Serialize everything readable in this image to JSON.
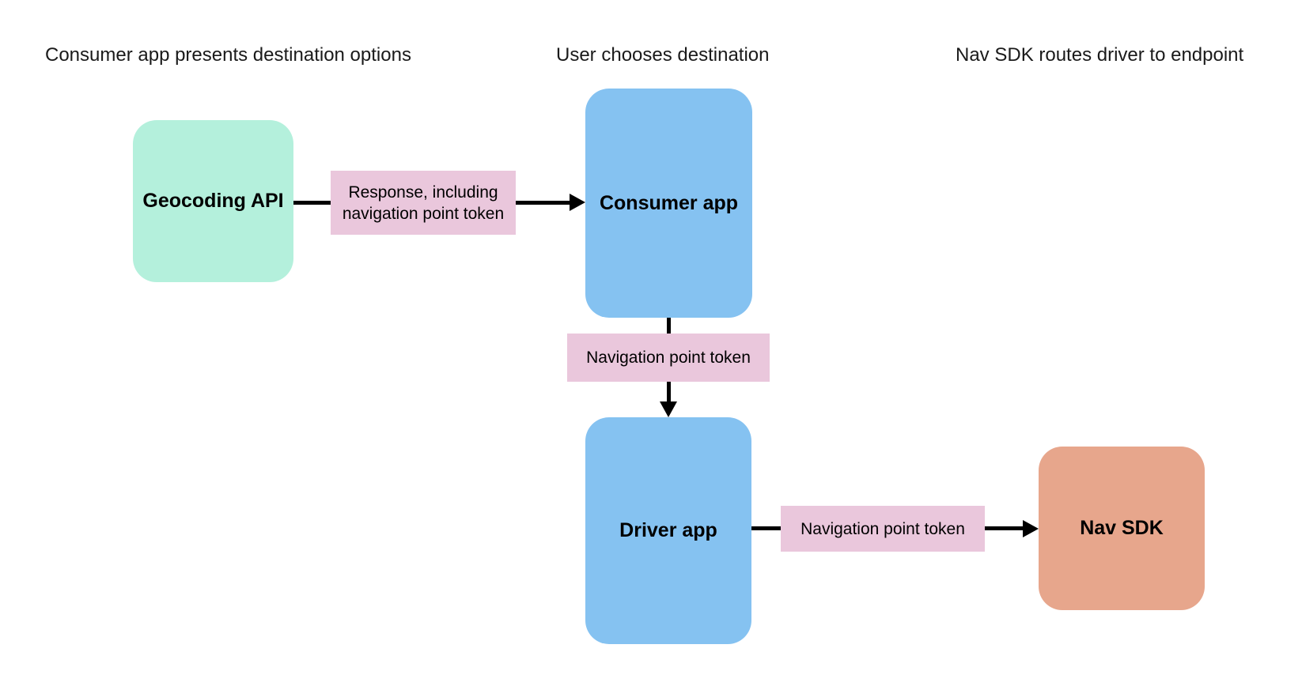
{
  "headings": [
    {
      "text": "Consumer app presents destination options"
    },
    {
      "text": "User chooses destination"
    },
    {
      "text": "Nav SDK routes driver to endpoint"
    }
  ],
  "nodes": {
    "geocoding_api": {
      "label": "Geocoding API",
      "color": "#b4f0dc"
    },
    "consumer_app": {
      "label": "Consumer app",
      "color": "#85c2f1"
    },
    "driver_app": {
      "label": "Driver app",
      "color": "#85c2f1"
    },
    "nav_sdk": {
      "label": "Nav SDK",
      "color": "#e7a68c"
    }
  },
  "edges": {
    "geocoding_to_consumer": {
      "label": "Response, including navigation point token"
    },
    "consumer_to_driver": {
      "label": "Navigation point token"
    },
    "driver_to_navsdk": {
      "label": "Navigation point token"
    }
  },
  "colors": {
    "edge_label_bg": "#eac7dc",
    "arrow": "#000000",
    "heading_text": "#1a1a1a",
    "canvas_bg": "#ffffff"
  }
}
